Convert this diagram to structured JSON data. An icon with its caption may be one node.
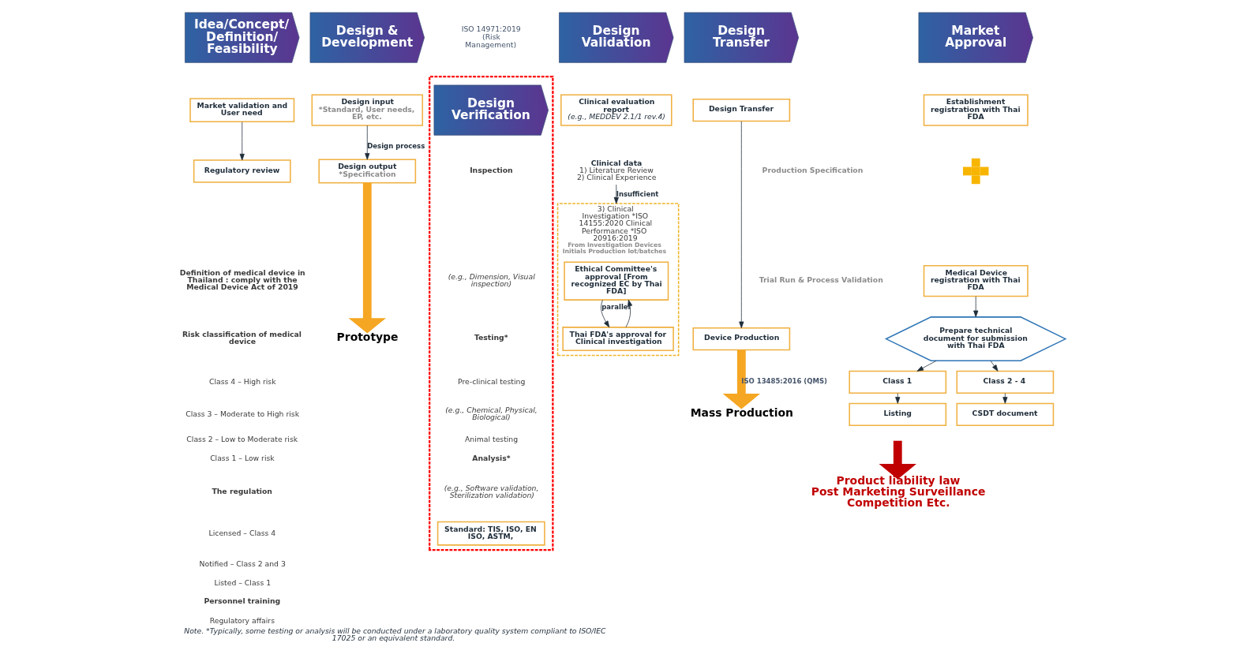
{
  "diagram": {
    "caption": "Note. *Typically, some testing or analysis will be conducted under a laboratory quality system compliant to ISO/IEC 17025 or an equivalent standard.",
    "nodes": [
      {
        "text": [
          "Idea/Concept/ Definition/ Feasibility"
        ]
      },
      {
        "text": [
          "Design & Development"
        ]
      },
      {
        "text": [],
        "shape": "box"
      },
      {
        "text": [
          "Design Verification"
        ],
        "in": 2
      },
      {
        "text": [
          "Design Validation"
        ]
      },
      {
        "text": [
          "Design Transfer"
        ]
      },
      {
        "text": [
          "Market Approval"
        ]
      },
      {
        "text": [
          "Market validation and User need"
        ]
      },
      {
        "text": [
          "Regulatory review"
        ]
      },
      {
        "text": [
          "Design input",
          "*Standard, User needs, EP, etc."
        ]
      },
      {
        "text": [
          "Design output",
          "*Specification"
        ]
      },
      {
        "text": [
          "Prototype"
        ]
      },
      {
        "text": [
          "Standard: TIS, ISO, EN ISO, ASTM,"
        ],
        "in": 2
      },
      {
        "text": [
          "Clinical evaluation report",
          "(e.g., MEDDEV 2.1/1 rev.4)"
        ]
      },
      {
        "text": [
          "Clinical data",
          "1) Literature Review",
          "2) Clinical Experience"
        ]
      },
      {
        "text": [
          "3) Clinical Investigation *ISO 14155:2020 Clinical Performance *ISO 20916:2019",
          "From Investigation Devices Initials Production lot/batches"
        ]
      },
      {
        "text": [
          "Ethical Committee's approval [From recognized EC by Thai FDA]"
        ],
        "in": 15
      },
      {
        "text": [
          "Thai FDA's approval for Clinical investigation"
        ],
        "in": 15
      },
      {
        "text": [
          "Design Transfer"
        ]
      },
      {
        "text": [
          "Device Production"
        ]
      },
      {
        "text": [
          "Mass Production"
        ]
      },
      {
        "text": [
          "Establishment registration with Thai FDA"
        ]
      },
      {
        "text": [],
        "shape": "plus"
      },
      {
        "text": [
          "Medical Device registration with Thai FDA"
        ]
      },
      {
        "text": [
          "Prepare technical document for submission with Thai FDA"
        ]
      },
      {
        "text": [
          "Class 1"
        ]
      },
      {
        "text": [
          "Class 2 - 4"
        ]
      },
      {
        "text": [
          "Listing"
        ]
      },
      {
        "text": [
          "CSDT document"
        ]
      },
      {
        "text": [
          "Product liability law",
          "Post Marketing Surveillance",
          "Competition Etc."
        ]
      }
    ],
    "edges": [
      {
        "from": 7,
        "to": 8,
        "arrow": "to"
      },
      {
        "from": 9,
        "to": 10,
        "arrow": "to",
        "label": "Design process"
      },
      {
        "from": 10,
        "to": 11,
        "arrow": "to",
        "style": "thick",
        "color": "#f5a623"
      },
      {
        "from": 14,
        "to": 15,
        "arrow": "to",
        "label": "Insufficient"
      },
      {
        "from": 16,
        "to": 17,
        "arrow": "to",
        "label": "parallel"
      },
      {
        "from": 17,
        "to": 16,
        "arrow": "to"
      },
      {
        "from": 18,
        "to": 19,
        "arrow": "to"
      },
      {
        "from": 19,
        "to": 20,
        "arrow": "to",
        "label": "ISO 13485:2016 (QMS)",
        "style": "thick",
        "color": "#f5a623"
      },
      {
        "from": 23,
        "to": 24,
        "arrow": "to"
      },
      {
        "from": 24,
        "to": 25,
        "arrow": "to"
      },
      {
        "from": 24,
        "to": 26,
        "arrow": "to"
      },
      {
        "from": 25,
        "to": 27,
        "arrow": "to"
      },
      {
        "from": 26,
        "to": 28,
        "arrow": "to"
      },
      {
        "from": null,
        "to": 29,
        "arrow": "to",
        "style": "thick",
        "color": "#c00000"
      }
    ],
    "labels": [
      "ISO 14971:2019 (Risk Management)",
      "Definition of medical device in Thailand : comply with the Medical Device Act of 2019",
      "Risk classification of medical device",
      "Class 4 – High risk",
      "Class 3 – Moderate to High risk",
      "Class 2 – Low to Moderate risk",
      "Class 1 – Low risk",
      "The regulation",
      "Licensed – Class 4",
      "Notified – Class 2 and 3",
      "Listed – Class 1",
      "Personnel training",
      "Regulatory affairs",
      "Inspection",
      "(e.g., Dimension, Visual inspection)",
      "Testing*",
      "Pre-clinical testing",
      "(e.g., Chemical, Physical, Biological)",
      "Animal testing",
      "Analysis*",
      "(e.g., Software validation, Sterilization validation)",
      "Production Specification",
      "Trial Run & Process Validation"
    ]
  }
}
